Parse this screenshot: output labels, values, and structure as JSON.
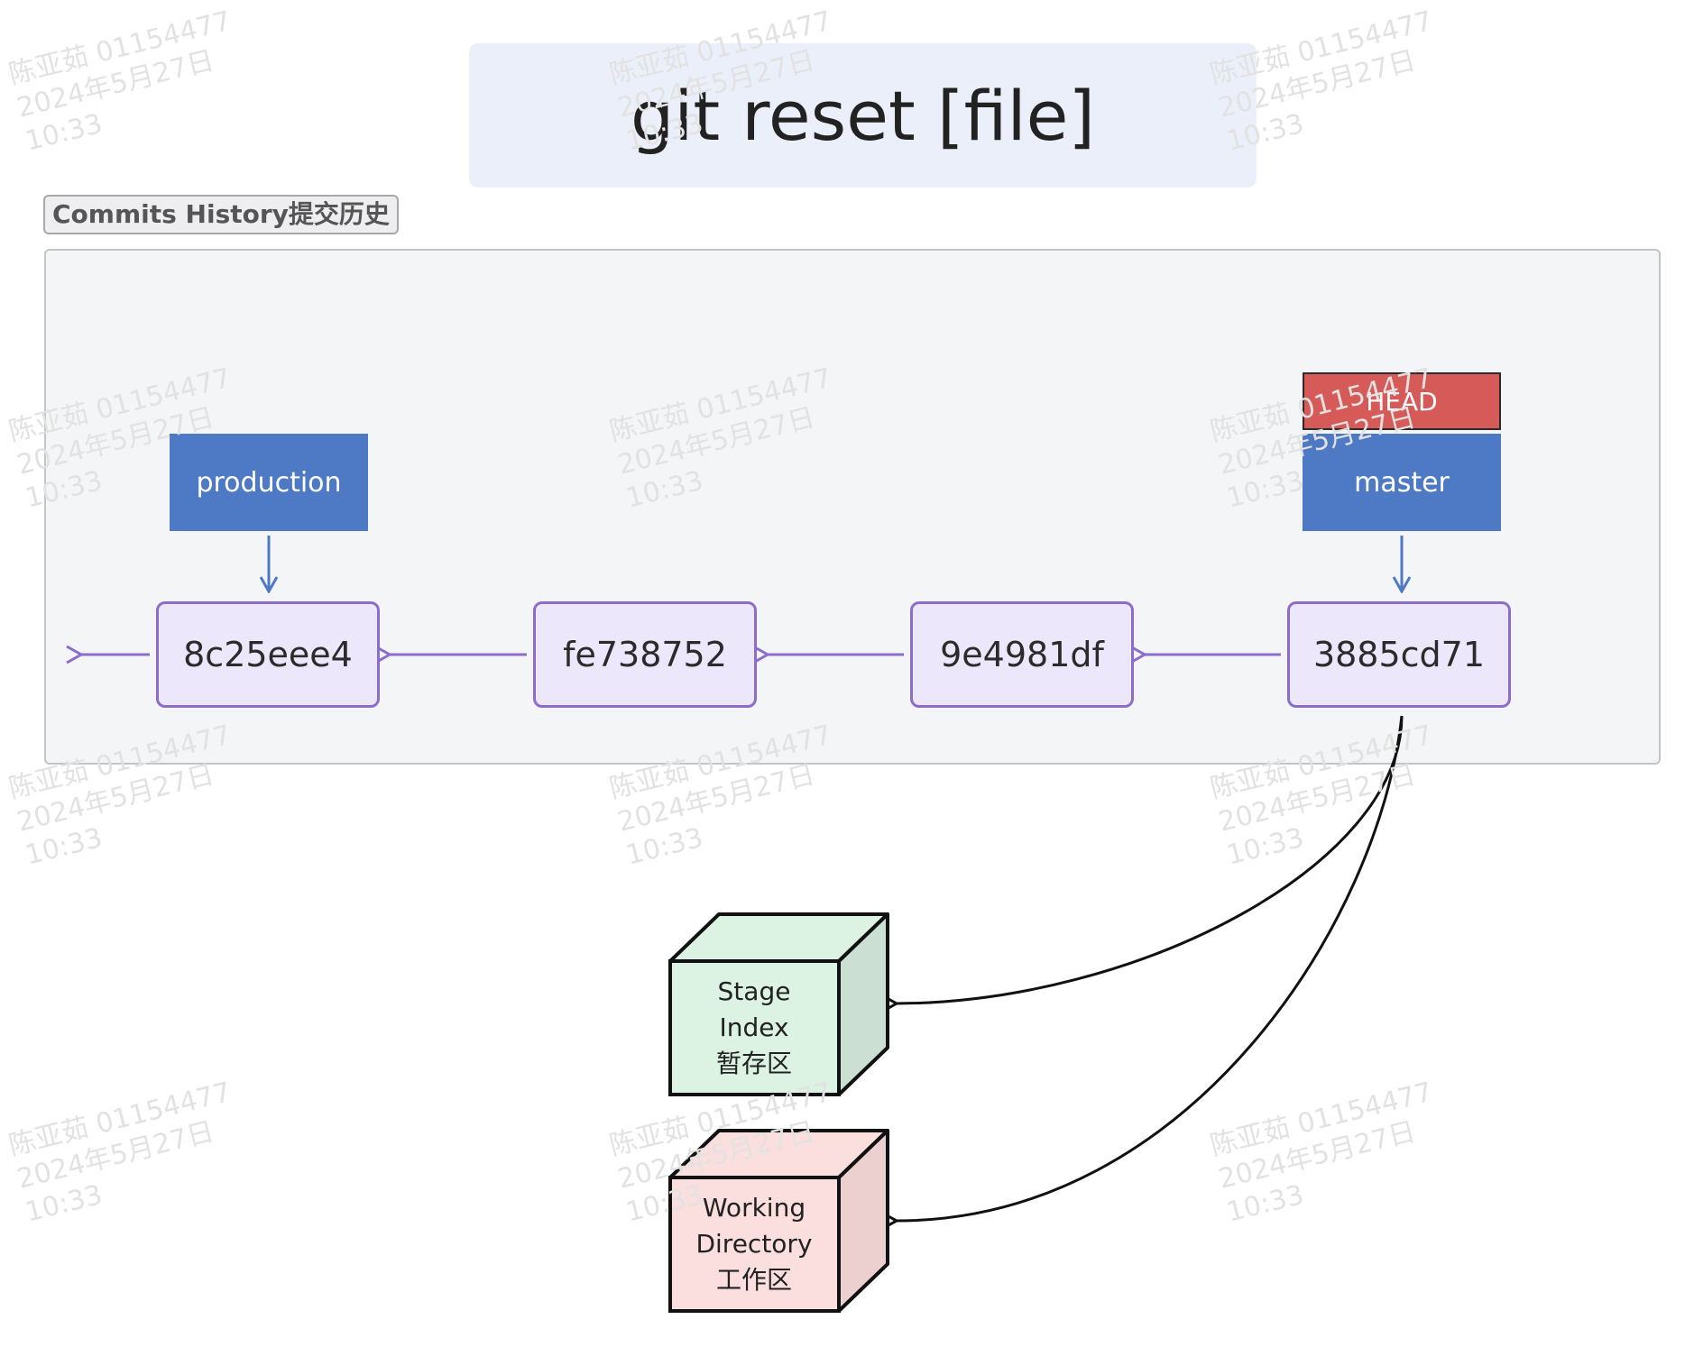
{
  "title": "git reset [file]",
  "group_label": "Commits History提交历史",
  "commits": [
    {
      "id": "8c25eee4"
    },
    {
      "id": "fe738752"
    },
    {
      "id": "9e4981df"
    },
    {
      "id": "3885cd71"
    }
  ],
  "refs": {
    "production": "production",
    "master": "master",
    "head": "HEAD"
  },
  "areas": {
    "stage": {
      "lines": [
        "Stage",
        "Index",
        "暂存区"
      ]
    },
    "working": {
      "lines": [
        "Working",
        "Directory",
        "工作区"
      ]
    }
  },
  "colors": {
    "commit_fill": "#ede7fb",
    "commit_border": "#8d6dcc",
    "ref_fill": "#4e79c4",
    "head_fill": "#d65a58",
    "stage_front": "#dcf3e4",
    "stage_side": "#cbe0d3",
    "working_front": "#fbdede",
    "working_side": "#ecd0d0"
  },
  "watermark": {
    "line1": "陈亚茹 01154477",
    "line2": "2024年5月27日",
    "line3": "10:33"
  }
}
